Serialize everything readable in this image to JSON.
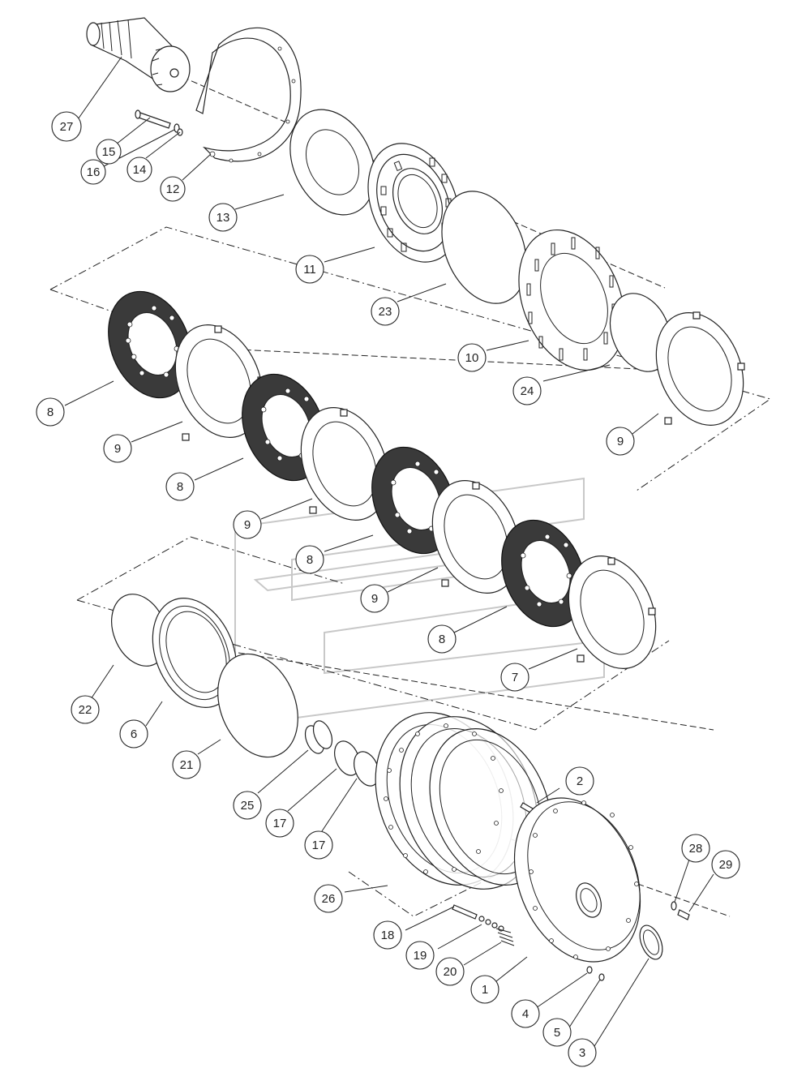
{
  "diagram": {
    "type": "exploded-parts-view",
    "callouts": [
      {
        "id": "c27",
        "label": "27"
      },
      {
        "id": "c15",
        "label": "15"
      },
      {
        "id": "c16",
        "label": "16"
      },
      {
        "id": "c14",
        "label": "14"
      },
      {
        "id": "c12",
        "label": "12"
      },
      {
        "id": "c13",
        "label": "13"
      },
      {
        "id": "c11",
        "label": "11"
      },
      {
        "id": "c23",
        "label": "23"
      },
      {
        "id": "c10",
        "label": "10"
      },
      {
        "id": "c24",
        "label": "24"
      },
      {
        "id": "c9a",
        "label": "9"
      },
      {
        "id": "c8a",
        "label": "8"
      },
      {
        "id": "c9b",
        "label": "9"
      },
      {
        "id": "c8b",
        "label": "8"
      },
      {
        "id": "c9c",
        "label": "9"
      },
      {
        "id": "c8c",
        "label": "8"
      },
      {
        "id": "c9d",
        "label": "9"
      },
      {
        "id": "c8d",
        "label": "8"
      },
      {
        "id": "c7",
        "label": "7"
      },
      {
        "id": "c22",
        "label": "22"
      },
      {
        "id": "c6",
        "label": "6"
      },
      {
        "id": "c21",
        "label": "21"
      },
      {
        "id": "c25",
        "label": "25"
      },
      {
        "id": "c17a",
        "label": "17"
      },
      {
        "id": "c17b",
        "label": "17"
      },
      {
        "id": "c2",
        "label": "2"
      },
      {
        "id": "c26",
        "label": "26"
      },
      {
        "id": "c18",
        "label": "18"
      },
      {
        "id": "c19",
        "label": "19"
      },
      {
        "id": "c20",
        "label": "20"
      },
      {
        "id": "c1",
        "label": "1"
      },
      {
        "id": "c4",
        "label": "4"
      },
      {
        "id": "c5",
        "label": "5"
      },
      {
        "id": "c3",
        "label": "3"
      },
      {
        "id": "c28",
        "label": "28"
      },
      {
        "id": "c29",
        "label": "29"
      }
    ]
  }
}
